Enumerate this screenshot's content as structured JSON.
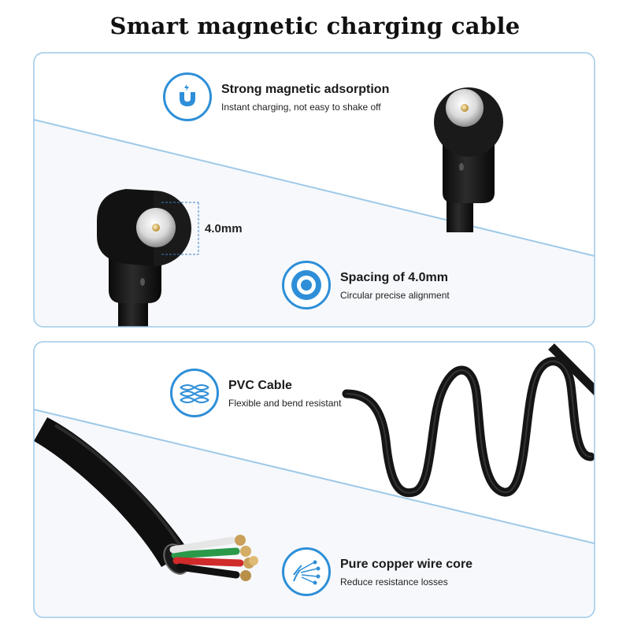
{
  "title": "Smart magnetic charging cable",
  "features": [
    {
      "icon": "magnet-icon",
      "title": "Strong magnetic adsorption",
      "subtitle": "Instant charging, not easy to shake off"
    },
    {
      "icon": "target-icon",
      "title": "Spacing of 4.0mm",
      "subtitle": "Circular precise alignment"
    },
    {
      "icon": "braided-cable-icon",
      "title": "PVC Cable",
      "subtitle": "Flexible and bend resistant"
    },
    {
      "icon": "copper-wire-icon",
      "title": "Pure copper wire core",
      "subtitle": "Reduce resistance losses"
    }
  ],
  "dimension_label": "4.0mm",
  "colors": {
    "accent": "#2e8fd8",
    "panel_border": "#9ec9e8",
    "panel_fill": "#f5f8fb",
    "cable": "#151515"
  }
}
